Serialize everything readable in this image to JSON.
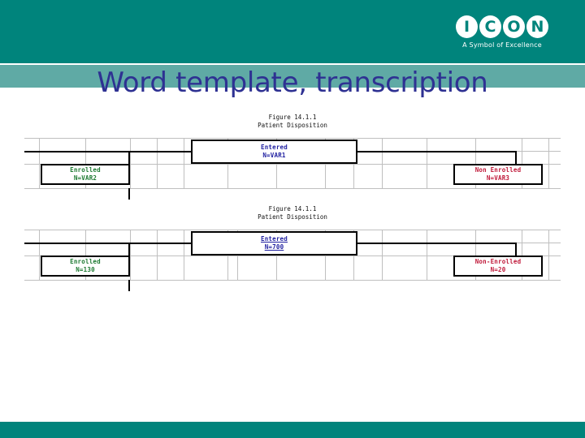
{
  "slide": {
    "title": "Word template, transcription",
    "title_color": "#2E3192",
    "header_color": "#00847C",
    "band_color": "#5FAAA5",
    "footer_color": "#00847C"
  },
  "logo": {
    "letters": [
      "I",
      "C",
      "O",
      "N"
    ],
    "tagline": "A Symbol of Excellence"
  },
  "document": {
    "figures": [
      {
        "caption": "Figure 14.1.1\nPatient Disposition",
        "center_node": {
          "line1": "Entered",
          "line2": "N=VAR1",
          "color": "#1F1FA0",
          "underlined": false
        },
        "left_node": {
          "line1": "Enrolled",
          "line2": "N=VAR2",
          "color": "#1E7A32",
          "underlined": false
        },
        "right_node": {
          "line1": "Non Enrolled",
          "line2": "N=VAR3",
          "color": "#C01A3A",
          "underlined": false
        }
      },
      {
        "caption": "Figure 14.1.1\nPatient Disposition",
        "center_node": {
          "line1": "Entered",
          "line2": "N=700",
          "color": "#1F1FA0",
          "underlined": true
        },
        "left_node": {
          "line1": "Enrolled",
          "line2": "N=130",
          "color": "#1E7A32",
          "underlined": false
        },
        "right_node": {
          "line1": "Non-Enrolled",
          "line2": "N=20",
          "color": "#C01A3A",
          "underlined": false
        }
      }
    ]
  }
}
